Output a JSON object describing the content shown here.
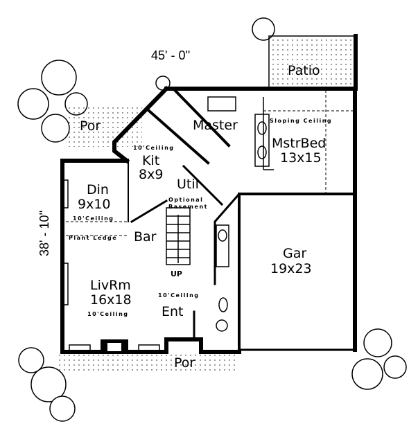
{
  "plan": {
    "dimensions": {
      "width": "45' - 0''",
      "depth": "38' - 10''"
    },
    "rooms": {
      "patio": "Patio",
      "porch_rear": "Por",
      "master": "Master",
      "sloping_ceiling": "Sloping Ceiling",
      "mstr_bed": "MstrBed",
      "mstr_bed_size": "13x15",
      "kit_ceiling": "10'Ceiling",
      "kit": "Kit",
      "kit_size": "8x9",
      "util": "Util",
      "din": "Din",
      "din_size": "9x10",
      "din_ceiling": "10'Ceiling",
      "optional_basement": "Optional",
      "optional_basement_2": "Basement",
      "plant_ledge": "Plant Ledge",
      "bar": "Bar",
      "gar": "Gar",
      "gar_size": "19x23",
      "up": "UP",
      "livrm": "LivRm",
      "livrm_size": "16x18",
      "livrm_ceiling": "10'Ceiling",
      "ent_ceiling": "10'Ceiling",
      "ent": "Ent",
      "porch_front": "Por"
    }
  }
}
